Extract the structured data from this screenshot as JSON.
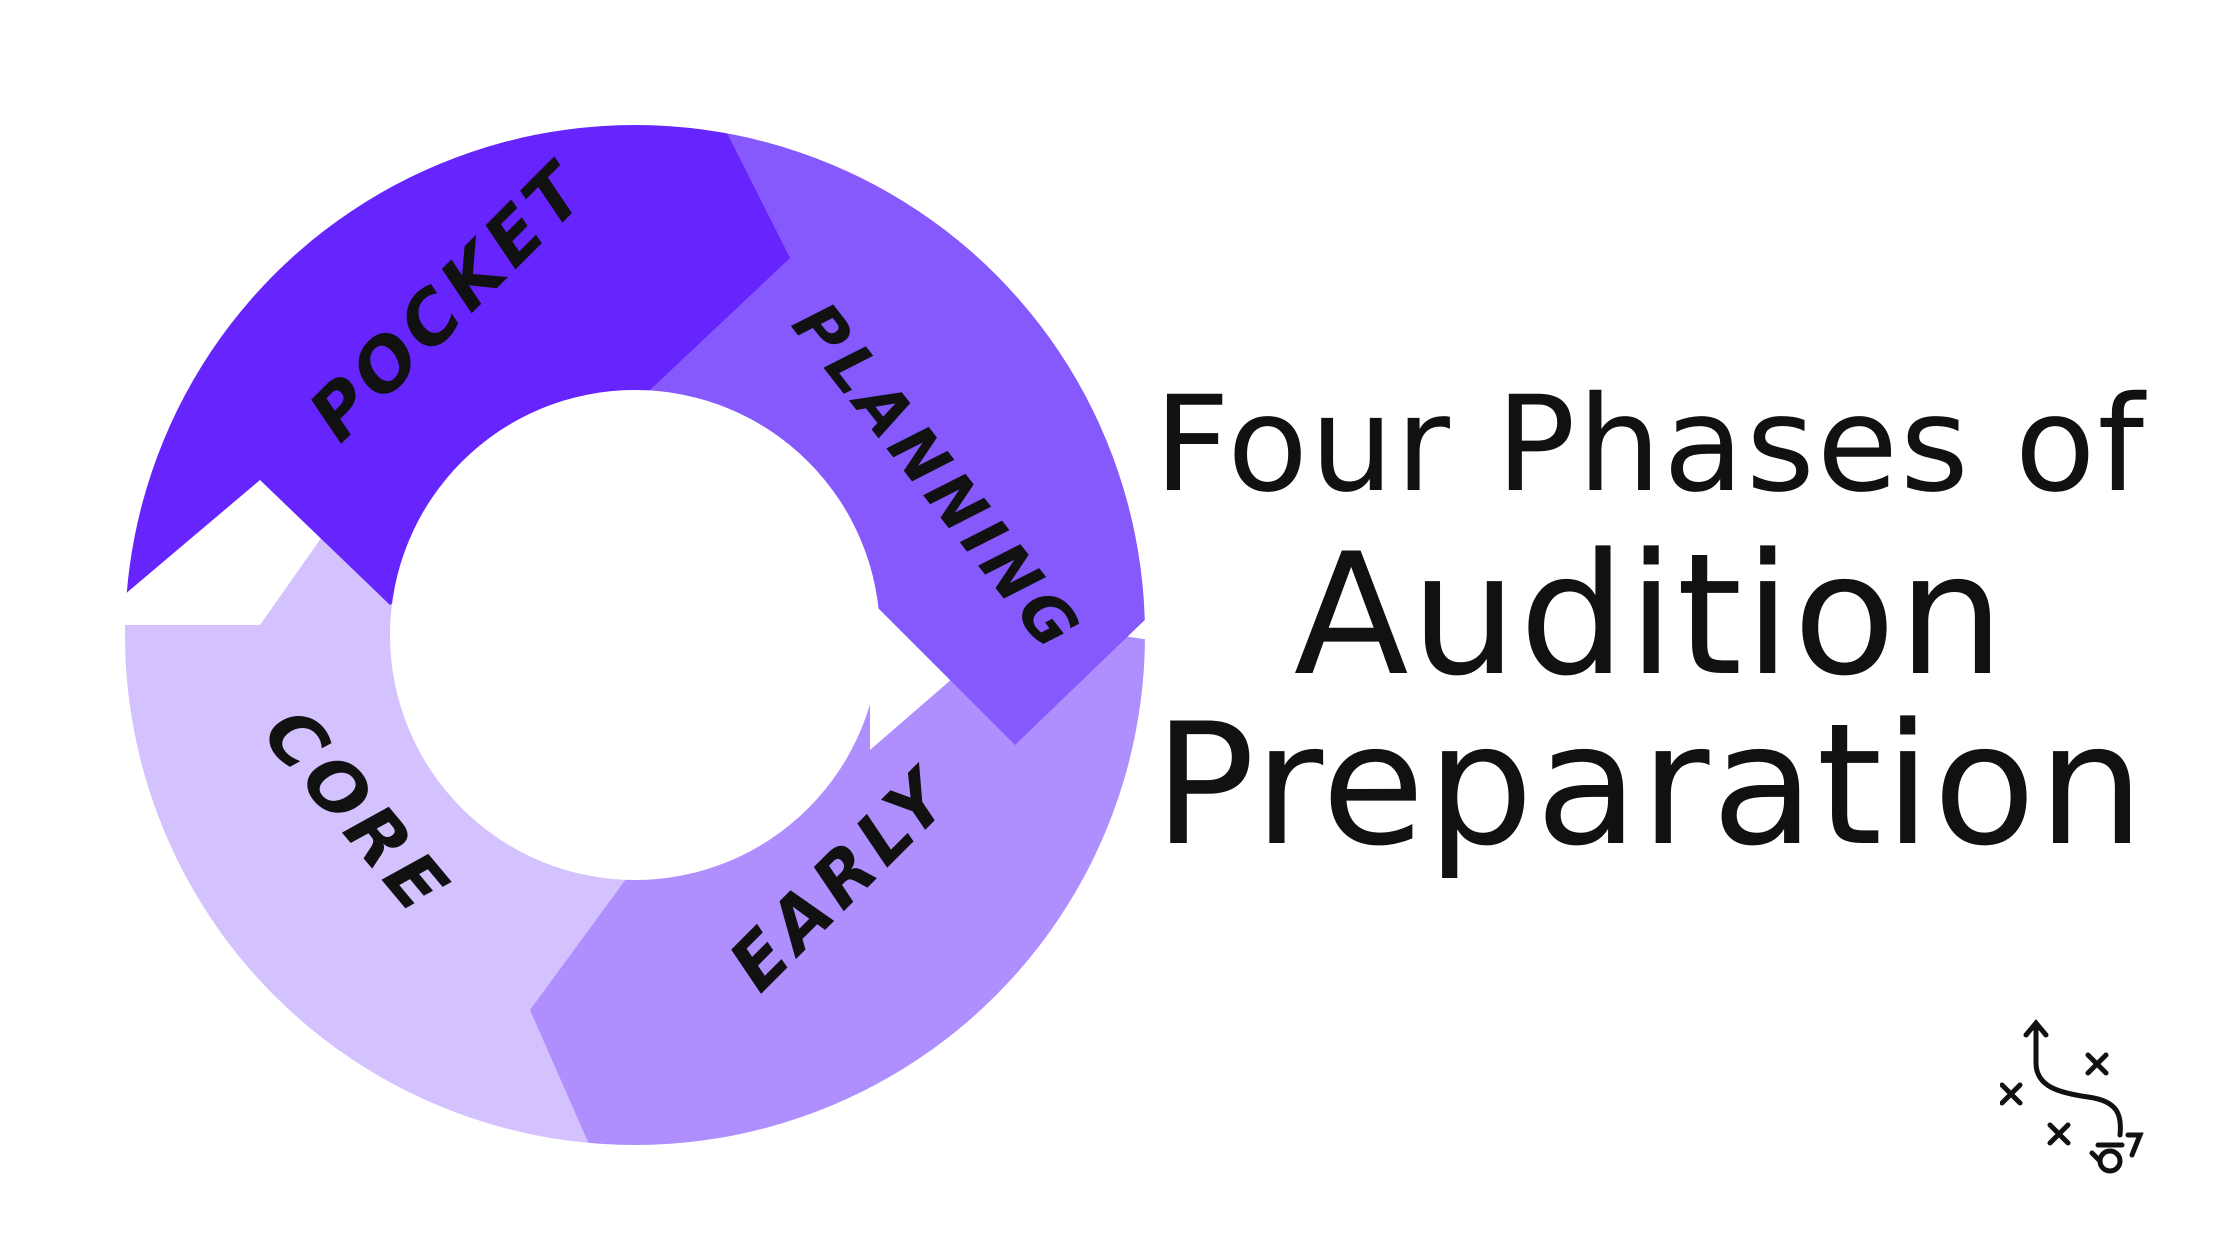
{
  "diagram": {
    "phases": [
      {
        "label": "POCKET",
        "color": "#6525fc"
      },
      {
        "label": "PLANNING",
        "color": "#8659fd"
      },
      {
        "label": "EARLY",
        "color": "#ae8ffd"
      },
      {
        "label": "CORE",
        "color": "#d3c2fe"
      }
    ],
    "title": {
      "line1": "Four Phases of",
      "line2": "Audition",
      "line3": "Preparation"
    }
  },
  "logo_icon": "play-diagram-icon"
}
